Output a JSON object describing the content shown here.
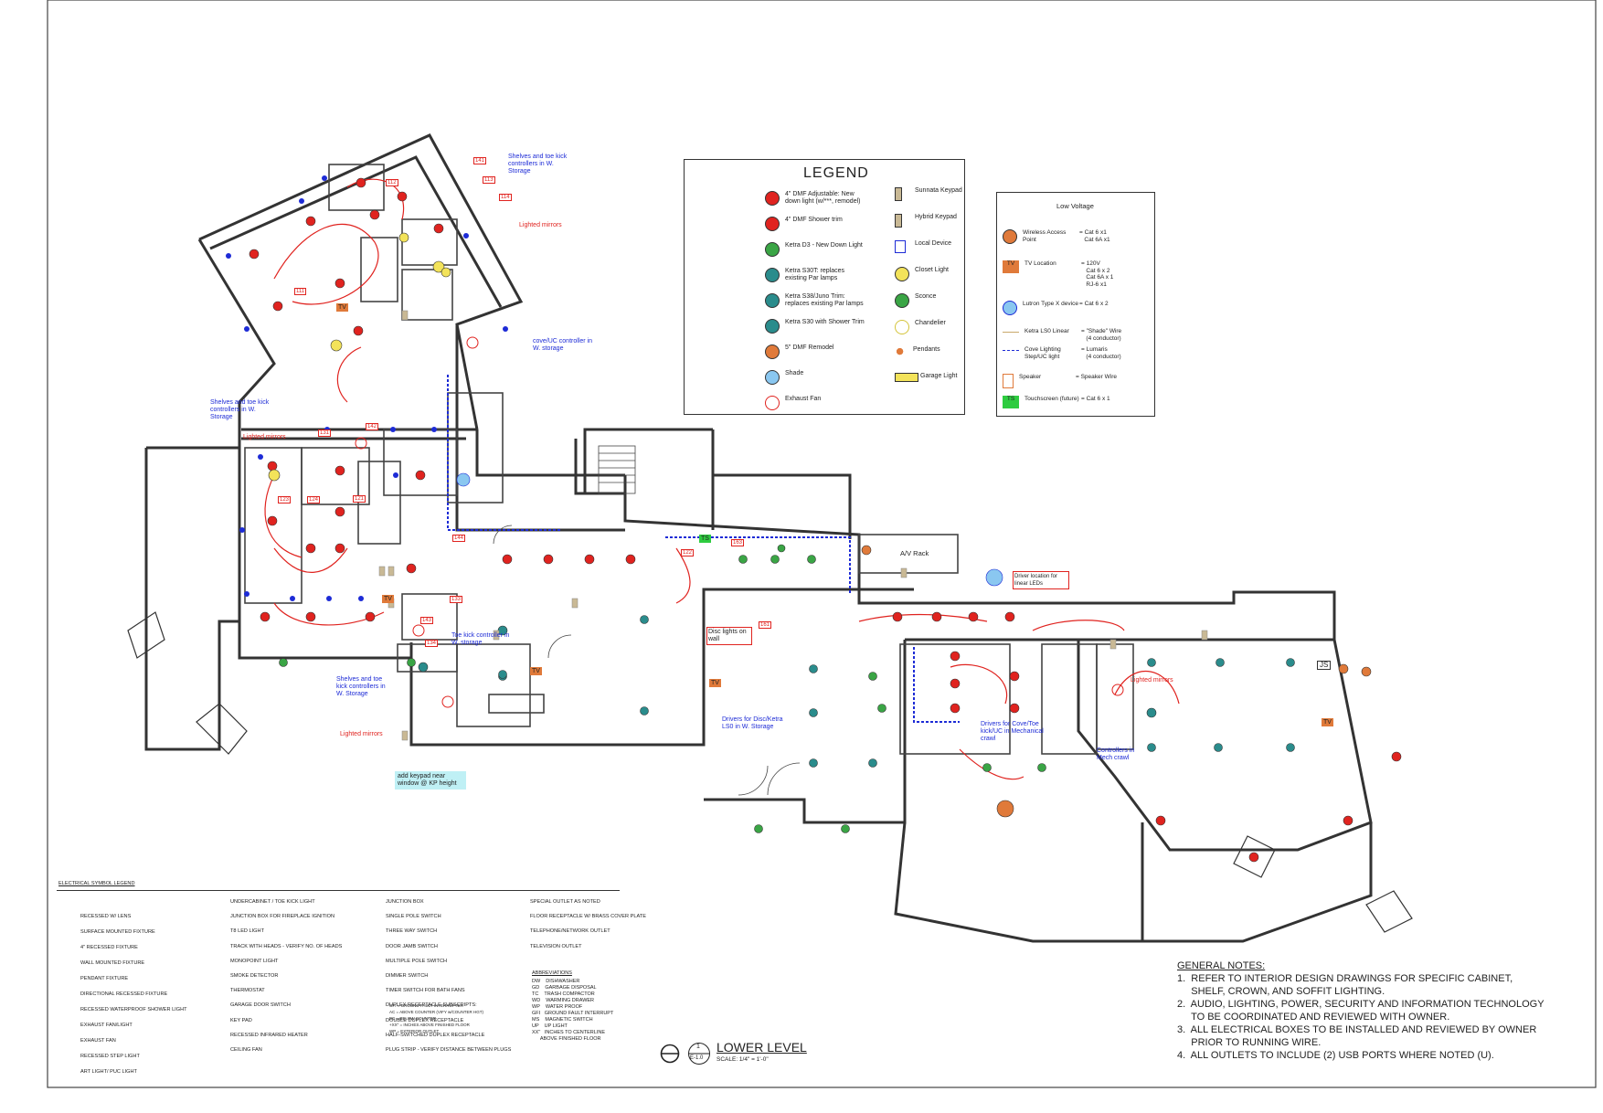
{
  "legend": {
    "title": "LEGEND",
    "left_items": [
      {
        "label": "4\" DMF Adjustable: New down light (w/***, remodel)",
        "symbol": "red-dot"
      },
      {
        "label": "4\" DMF Shower trim",
        "symbol": "red-dot"
      },
      {
        "label": "Ketra D3 - New Down Light",
        "symbol": "green-dot"
      },
      {
        "label": "Ketra S30T: replaces existing Par lamps",
        "symbol": "teal-dot"
      },
      {
        "label": "Ketra S38/Juno Trim: replaces existing Par lamps",
        "symbol": "teal-dot"
      },
      {
        "label": "Ketra S30 with Shower Trim",
        "symbol": "teal-dot"
      },
      {
        "label": "5\" DMF Remodel",
        "symbol": "orange-dot"
      },
      {
        "label": "Shade",
        "symbol": "shade-circle"
      },
      {
        "label": "Exhaust Fan",
        "symbol": "exhaust-fan"
      }
    ],
    "right_items": [
      {
        "label": "Sunnata Keypad",
        "symbol": "keypad"
      },
      {
        "label": "Hybrid Keypad",
        "symbol": "keypad"
      },
      {
        "label": "Local Device",
        "symbol": "local-device"
      },
      {
        "label": "Closet Light",
        "symbol": "yellow-dot"
      },
      {
        "label": "Sconce",
        "symbol": "sconce"
      },
      {
        "label": "Chandelier",
        "symbol": "chandelier"
      },
      {
        "label": "Pendants",
        "symbol": "pendants"
      },
      {
        "label": "Garage Light",
        "symbol": "garage-light"
      }
    ]
  },
  "low_voltage": {
    "title": "Low Voltage",
    "rows": [
      {
        "desc": "Wireless Access Point",
        "value": "= Cat 6 x1\n   Cat 6A x1",
        "symbol": "wap"
      },
      {
        "desc": "TV Location",
        "value": "= 120V\n   Cat 6 x 2\n   Cat 6A x 1\n   RJ-6 x1",
        "symbol": "tv",
        "tag": "TV"
      },
      {
        "desc": "Lutron Type X device",
        "value": "= Cat 6 x 2",
        "symbol": "lutron"
      },
      {
        "desc": "Ketra LS0 Linear",
        "value": "= \"Shade\" Wire\n   (4 conductor)",
        "symbol": "line-tan"
      },
      {
        "desc": "Cove Lighting\nStep/UC light",
        "value": "= Lumaris\n   (4 conductor)",
        "symbol": "line-blue"
      },
      {
        "desc": "Speaker",
        "value": "= Speaker Wire",
        "symbol": "speaker"
      },
      {
        "desc": "Touchscreen (future)",
        "value": "= Cat 6 x 1",
        "symbol": "ts",
        "tag": "TS"
      }
    ]
  },
  "annotations": [
    {
      "text": "Shelves and toe kick controllers in W. Storage",
      "color": "blue"
    },
    {
      "text": "Lighted mirrors",
      "color": "red"
    },
    {
      "text": "cove/UC controller in W. storage",
      "color": "blue"
    },
    {
      "text": "Shelves and toe kick controllers in W. Storage",
      "color": "blue"
    },
    {
      "text": "Lighted mirrors",
      "color": "red"
    },
    {
      "text": "Toe kick controller in W. storage",
      "color": "blue"
    },
    {
      "text": "Shelves and toe kick controllers in W. Storage",
      "color": "blue"
    },
    {
      "text": "Lighted mirrors",
      "color": "red"
    },
    {
      "text": "add keypad near window @ KP height",
      "color": "dark"
    },
    {
      "text": "Disc lights on wall",
      "color": "dark"
    },
    {
      "text": "Drivers for Disc/Ketra LS0 in W. Storage",
      "color": "blue"
    },
    {
      "text": "Driver location for linear LEDs",
      "color": "dark"
    },
    {
      "text": "Drivers for Cove/Toe kick/UC in Mechanical crawl",
      "color": "blue"
    },
    {
      "text": "Lighted mirrors",
      "color": "red"
    },
    {
      "text": "Controllers in Mech crawl",
      "color": "blue"
    },
    {
      "text": "A/V Rack",
      "color": "dark"
    }
  ],
  "room_tags": [
    "141",
    "112",
    "113",
    "114",
    "111",
    "131",
    "142",
    "123",
    "124",
    "121",
    "133",
    "143",
    "134",
    "144",
    "122",
    "163",
    "161"
  ],
  "tags": {
    "tv": "TV",
    "ts": "TS",
    "js": "JS"
  },
  "electrical_symbol_legend": {
    "title": "ELECTRICAL SYMBOL LEGEND",
    "col1": [
      "RECESSED W/ LENS",
      "SURFACE MOUNTED FIXTURE",
      "4\" RECESSED FIXTURE",
      "WALL MOUNTED FIXTURE",
      "PENDANT FIXTURE",
      "DIRECTIONAL RECESSED FIXTURE",
      "RECESSED WATERPROOF SHOWER LIGHT",
      "EXHAUST FAN/LIGHT",
      "EXHAUST FAN",
      "RECESSED STEP LIGHT",
      "ART LIGHT/ PUC LIGHT"
    ],
    "col2": [
      "UNDERCABINET / TOE KICK LIGHT",
      "JUNCTION BOX FOR FIREPLACE IGNITION",
      "T8 LED LIGHT",
      "TRACK WITH HEADS - VERIFY NO. OF HEADS",
      "MONOPOINT LIGHT",
      "SMOKE DETECTOR",
      "THERMOSTAT",
      "GARAGE DOOR SWITCH",
      "KEY PAD",
      "RECESSED INFRARED HEATER",
      "CEILING FAN"
    ],
    "col3": [
      "JUNCTION BOX",
      "SINGLE POLE SWITCH",
      "THREE WAY SWITCH",
      "DOOR JAMB SWITCH",
      "MULTIPLE POLE SWITCH",
      "DIMMER SWITCH",
      "TIMER SWITCH FOR BATH FANS",
      "DUPLEX RECEPTACLE SUBSCRIPTS:",
      "DOUBLE DUPLEX RECEPTACLE",
      "HALF-SWITCHED DUPLEX RECEPTACLE",
      "PLUG STRIP - VERIFY DISTANCE BETWEEN PLUGS"
    ],
    "subscripts": [
      "GFI   = GROUND FAULT INTERRUPTER",
      "AC    = ABOVE COUNTER (VIFY w/COUNTER HGT)",
      "BC    = BELOW COUNTER",
      "+XX\"  = INCHES ABOVE FINISHED FLOOR",
      "WP    = EXTERIOR OUTLET"
    ],
    "col4": [
      "SPECIAL OUTLET AS NOTED",
      "FLOOR RECEPTACLE W/ BRASS COVER PLATE",
      "TELEPHONE/NETWORK OUTLET",
      "TELEVISION OUTLET"
    ],
    "abbr_title": "ABBREVIATIONS",
    "abbreviations": [
      "DW    DISHWASHER",
      "GD    GARBAGE DISPOSAL",
      "TC    TRASH COMPACTOR",
      "WD    WARMING DRAWER",
      "WP    WATER PROOF",
      "GFI   GROUND FAULT INTERRUPT",
      "MS    MAGNETIC SWITCH",
      "UP    UP LIGHT",
      "XX\"   INCHES TO CENTERLINE",
      "      ABOVE FINISHED FLOOR"
    ]
  },
  "title_block": {
    "title": "LOWER LEVEL",
    "scale": "SCALE: 1/4\" = 1'-0\"",
    "sheet_num": "1",
    "sheet_ref": "E-1.0"
  },
  "general_notes": {
    "title": "GENERAL NOTES:",
    "items": [
      "1.  REFER TO INTERIOR DESIGN DRAWINGS FOR SPECIFIC CABINET,",
      "     SHELF, CROWN, AND SOFFIT LIGHTING.",
      "2.  AUDIO, LIGHTING, POWER, SECURITY AND INFORMATION TECHNOLOGY",
      "     TO BE COORDINATED AND REVIEWED WITH OWNER.",
      "3.  ALL ELECTRICAL BOXES TO BE INSTALLED AND REVIEWED BY OWNER",
      "     PRIOR TO RUNNING WIRE.",
      "4.  ALL OUTLETS TO INCLUDE (2) USB PORTS WHERE NOTED (U)."
    ]
  },
  "colors": {
    "red": "#e0231f",
    "blue": "#1d2bd6",
    "green": "#3aa545",
    "teal": "#2a8c8c",
    "orange": "#e07a3a",
    "yellow": "#f3e35a",
    "wall": "#333333"
  }
}
